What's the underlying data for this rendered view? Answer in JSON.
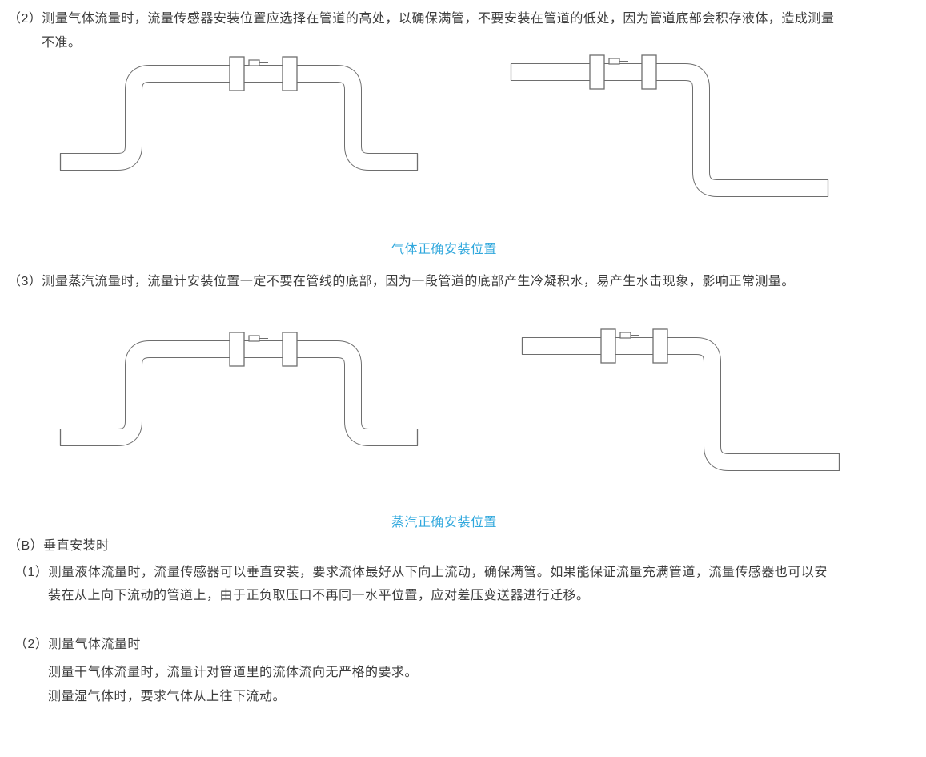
{
  "page": {
    "background": "#ffffff",
    "text_color": "#3c3c3c",
    "accent_color": "#31a8dd"
  },
  "content": {
    "para2_line1": "（2）测量气体流量时，流量传感器安装位置应选择在管道的高处，以确保满管，不要安装在管道的低处，因为管道底部会积存液体，造成测量",
    "para2_line2": "不准。",
    "gas_caption": "气体正确安装位置",
    "para3": "（3）测量蒸汽流量时，流量计安装位置一定不要在管线的底部，因为一段管道的底部产生冷凝积水，易产生水击现象，影响正常测量。",
    "steam_caption": "蒸汽正确安装位置",
    "heading_b": "（B）垂直安装时",
    "b1_line1": "（1）测量液体流量时，流量传感器可以垂直安装，要求流体最好从下向上流动，确保满管。如果能保证流量充满管道，流量传感器也可以安",
    "b1_line2": "装在从上向下流动的管道上，由于正负取压口不再同一水平位置，应对差压变送器进行迁移。",
    "b2_heading": "（2）测量气体流量时",
    "b2_line1": "测量干气体流量时，流量计对管道里的流体流向无严格的要求。",
    "b2_line2": "测量湿气体时，要求气体从上往下流动。"
  },
  "icons": {
    "bridge_pipe_diagram": "pipe-over-bridge-with-flowmeter",
    "stepdown_pipe_diagram": "pipe-step-down-with-flowmeter"
  }
}
